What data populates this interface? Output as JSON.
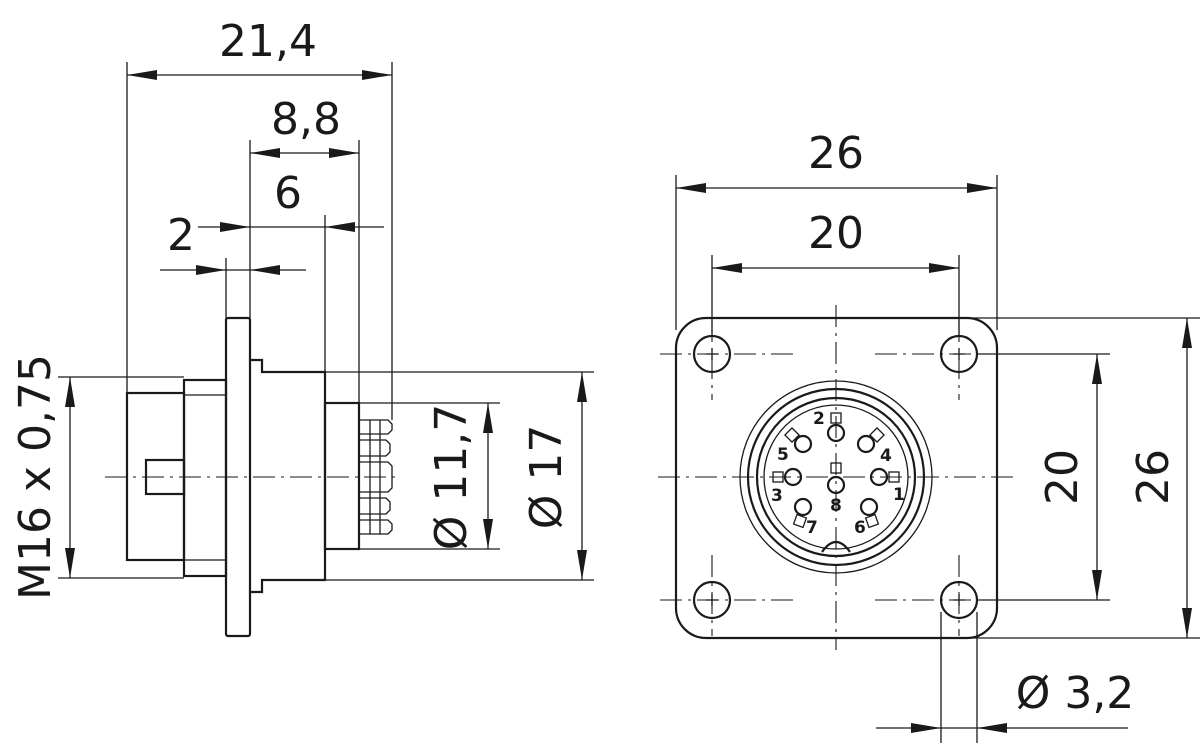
{
  "side_view": {
    "dims": {
      "overall_length": "21,4",
      "contact_length": "8,8",
      "insert_length": "6",
      "flange_thickness": "2",
      "thread": "M16 x 0,75",
      "insert_diameter": "Ø 11,7",
      "body_diameter": "Ø 17"
    }
  },
  "front_view": {
    "dims": {
      "flange_width": "26",
      "hole_spacing_h": "20",
      "hole_spacing_v": "20",
      "flange_height": "26",
      "hole_diameter": "Ø 3,2"
    },
    "pins": [
      "1",
      "2",
      "3",
      "4",
      "5",
      "6",
      "7",
      "8"
    ]
  }
}
